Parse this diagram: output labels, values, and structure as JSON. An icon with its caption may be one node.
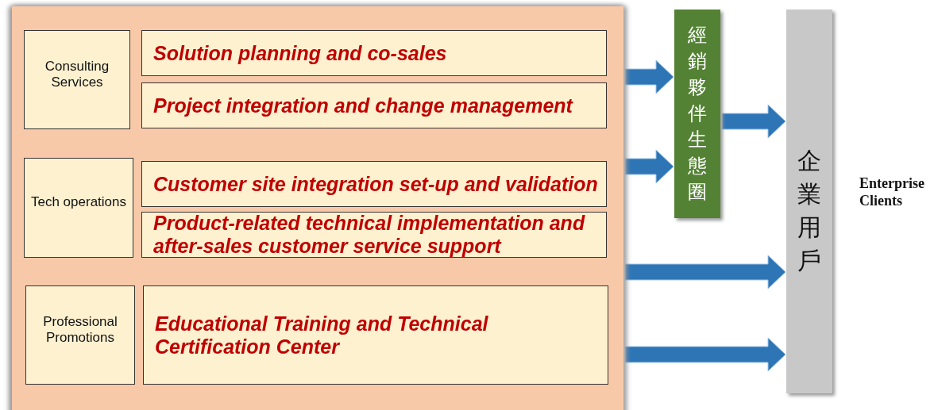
{
  "diagram": {
    "nodes": [
      {
        "text": [],
        "shape": "box"
      },
      {
        "text": [
          "Consulting Services"
        ],
        "in": 0
      },
      {
        "text": [
          "Solution planning and co-sales"
        ],
        "in": 0
      },
      {
        "text": [
          "Project integration and change management"
        ],
        "in": 0
      },
      {
        "text": [
          "Tech operations"
        ],
        "in": 0
      },
      {
        "text": [
          "Customer site integration set-up and validation"
        ],
        "in": 0
      },
      {
        "text": [
          "Product-related technical implementation and after-sales customer service support"
        ],
        "in": 0
      },
      {
        "text": [
          "Professional Promotions"
        ],
        "in": 0
      },
      {
        "text": [
          "Educational Training and Technical Certification Center"
        ],
        "in": 0
      },
      {
        "text": [
          "經銷夥伴生態圈"
        ]
      },
      {
        "text": [
          "企業用戶"
        ]
      }
    ],
    "edges": [
      {
        "from": 0,
        "to": 9,
        "arrow": "to"
      },
      {
        "from": 0,
        "to": 9,
        "arrow": "to"
      },
      {
        "from": 9,
        "to": 10,
        "arrow": "to"
      },
      {
        "from": 0,
        "to": 10,
        "arrow": "to"
      },
      {
        "from": 0,
        "to": 10,
        "arrow": "to"
      }
    ],
    "labels": [
      "Enterprise Clients"
    ]
  }
}
